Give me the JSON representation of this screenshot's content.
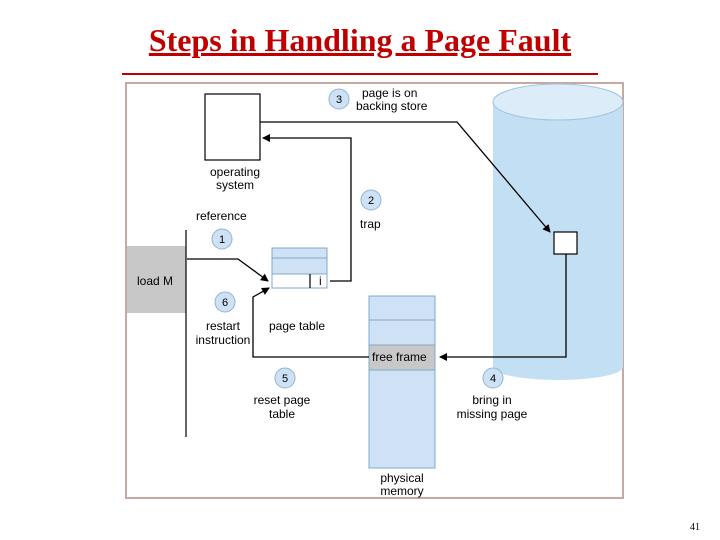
{
  "slide": {
    "title": "Steps in Handling a Page Fault",
    "page_number": "41"
  },
  "diagram": {
    "colors": {
      "frame": "#c8a8a0",
      "table_fill": "#cfe2f5",
      "table_border": "#7fa8c8",
      "gray_fill": "#c8c8c8",
      "disk_fill": "#c3dff3",
      "step_circle_fill": "#cfe2f5",
      "step_circle_border": "#8fb4d4"
    },
    "labels": {
      "operating_system": [
        "operating",
        "system"
      ],
      "reference": "reference",
      "load_instruction": "load M",
      "valid_bit": "i",
      "page_table": "page table",
      "restart_instruction": [
        "restart",
        "instruction"
      ],
      "free_frame": "free frame",
      "physical_memory": [
        "physical",
        "memory"
      ]
    },
    "steps": [
      {
        "number": "1",
        "label": []
      },
      {
        "number": "2",
        "label": [
          "trap"
        ]
      },
      {
        "number": "3",
        "label": [
          "page is on",
          "backing store"
        ]
      },
      {
        "number": "4",
        "label": [
          "bring in",
          "missing page"
        ]
      },
      {
        "number": "5",
        "label": [
          "reset page",
          "table"
        ]
      },
      {
        "number": "6",
        "label": []
      }
    ]
  }
}
